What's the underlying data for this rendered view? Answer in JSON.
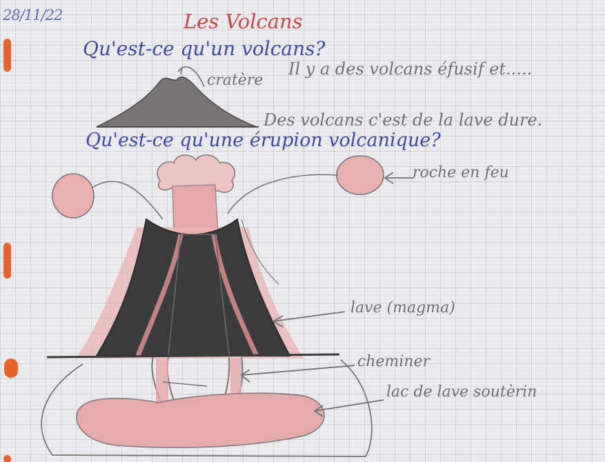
{
  "heading": {
    "date": "28/11/22",
    "title": "Les Volcans"
  },
  "questions": {
    "q1": "Qu'est-ce qu'un volcans?",
    "q2": "Qu'est-ce qu'une érupion volcanique?"
  },
  "notes": {
    "note1": "Il y a des volcans éfusif et.....",
    "note2": "Des volcans c'est de la lave dure."
  },
  "labels": {
    "cratere": "cratère",
    "roche": "roche en feu",
    "lave": "lave (magma)",
    "cheminee": "cheminer",
    "lac": "lac de lave soutèrin"
  },
  "colors": {
    "ink_blue": "#3d4aa8",
    "ink_red": "#c44a4a",
    "pencil_grey": "#6f6f76",
    "crayon_pink": "#e3a3a3",
    "crayon_dark": "#3b3b3e",
    "binder_hole": "#e8642b"
  }
}
